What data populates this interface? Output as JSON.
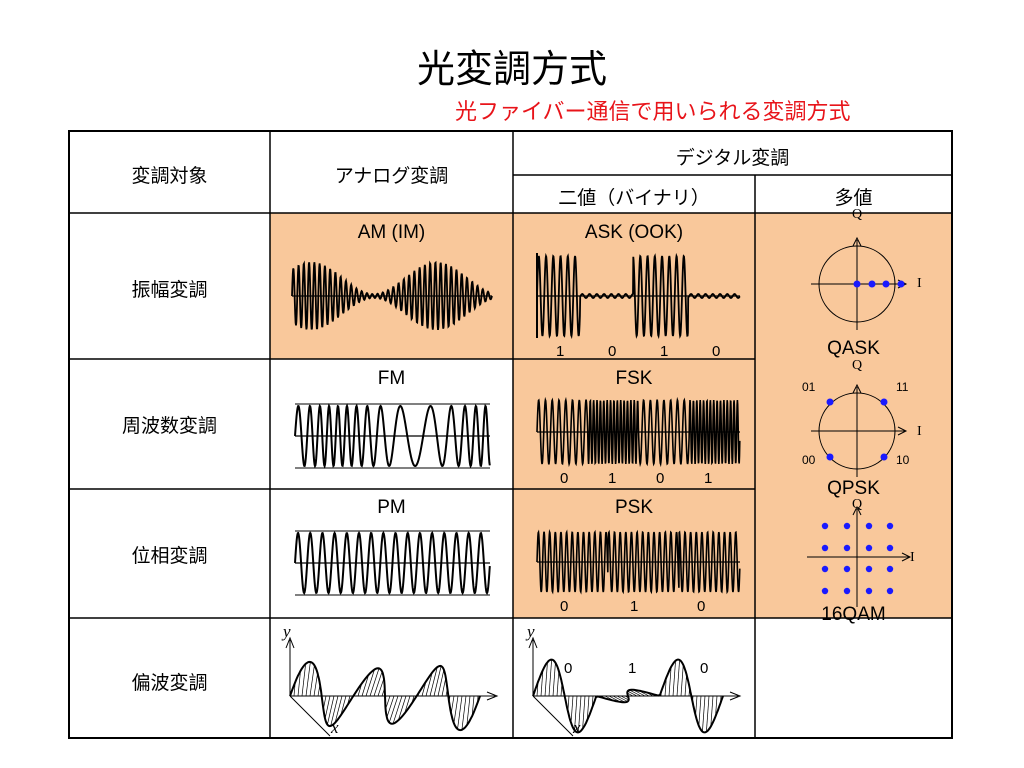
{
  "title": "光変調方式",
  "subtitle": "光ファイバー通信で用いられる変調方式",
  "header": {
    "target": "変調対象",
    "analog": "アナログ変調",
    "digital": "デジタル変調",
    "binary": "二値（バイナリ）",
    "multi": "多値"
  },
  "rows": [
    {
      "label": "振幅変調",
      "analog": "AM (IM)",
      "binary": "ASK (OOK)",
      "bits": [
        "1",
        "0",
        "1",
        "0"
      ]
    },
    {
      "label": "周波数変調",
      "analog": "FM",
      "binary": "FSK",
      "bits": [
        "0",
        "1",
        "0",
        "1"
      ]
    },
    {
      "label": "位相変調",
      "analog": "PM",
      "binary": "PSK",
      "bits": [
        "0",
        "1",
        "0"
      ]
    },
    {
      "label": "偏波変調",
      "bits": [
        "0",
        "1",
        "0"
      ]
    }
  ],
  "multi": {
    "qask": "QASK",
    "qpsk": "QPSK",
    "qam": "16QAM",
    "q_axis": "Q",
    "i_axis": "I",
    "qpsk_labels": [
      "01",
      "11",
      "00",
      "10"
    ]
  },
  "axes": {
    "y": "y",
    "x": "x"
  },
  "colors": {
    "highlight": "#f9c89b",
    "dot": "#1a1aff",
    "title_red": "#e8141a"
  }
}
